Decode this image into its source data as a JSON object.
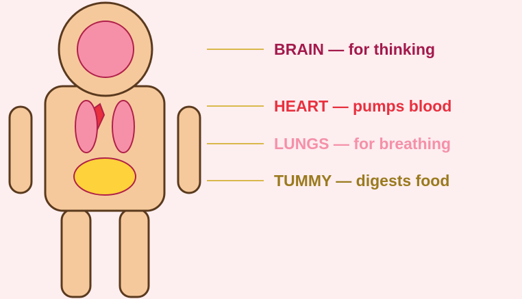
{
  "colors": {
    "background": "#fdeef0",
    "skin": "#f6c99c",
    "outline": "#5a3a1e",
    "brain": "#f590a8",
    "heart": "#e8303e",
    "lungs": "#f590a8",
    "tummy": "#fdd23a",
    "organ_outline": "#b0204a",
    "leader_line": "#d9b84a"
  },
  "labels": {
    "brain": {
      "text": "BRAIN — for thinking",
      "color": "#a3194b"
    },
    "heart": {
      "text": "HEART — pumps blood",
      "color": "#e8303e"
    },
    "lungs": {
      "text": "LUNGS — for breathing",
      "color": "#f590a8"
    },
    "tummy": {
      "text": "TUMMY — digests food",
      "color": "#9a7a1e"
    }
  }
}
